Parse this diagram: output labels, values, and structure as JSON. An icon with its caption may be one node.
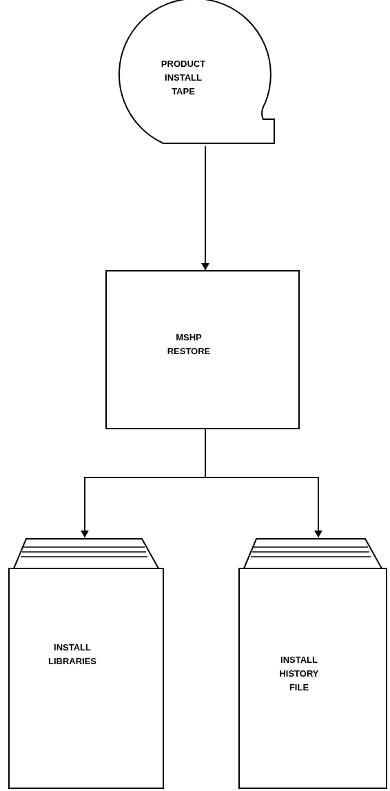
{
  "diagram": {
    "nodes": [
      {
        "text": [
          "PRODUCT INSTALL TAPE"
        ]
      },
      {
        "text": [
          "MSHP RESTORE"
        ]
      },
      {
        "text": [
          "INSTALL LIBRARIES"
        ]
      },
      {
        "text": [
          "INSTALL HISTORY FILE"
        ]
      }
    ],
    "edges": [
      {
        "from": 0,
        "to": 1,
        "arrow": "to"
      },
      {
        "from": 1,
        "to": 2,
        "arrow": "to"
      },
      {
        "from": 1,
        "to": 3,
        "arrow": "to"
      }
    ]
  }
}
